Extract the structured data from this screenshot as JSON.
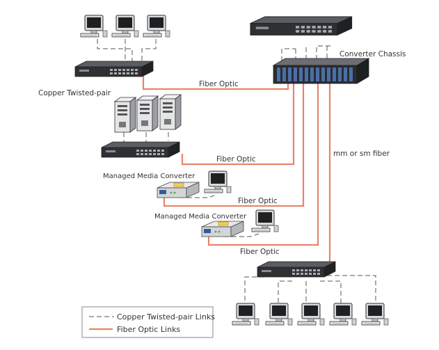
{
  "labels": {
    "converter_chassis": "Converter Chassis",
    "copper_twisted_pair": "Copper Twisted-pair",
    "fiber_optic_1": "Fiber Optic",
    "fiber_optic_2": "Fiber Optic",
    "fiber_optic_3": "Fiber Optic",
    "fiber_optic_4": "Fiber Optic",
    "mm_or_sm_fiber": "mm or sm fiber",
    "managed_media_converter_1": "Managed Media Converter",
    "managed_media_converter_2": "Managed Media Converter"
  },
  "legend": {
    "copper_label": "Copper Twisted-pair Links",
    "fiber_label": "Fiber Optic Links"
  },
  "colors": {
    "fiber": "#e8846a",
    "copper": "#555555",
    "device_dark": "#2e3033",
    "device_light": "#d9dadc"
  }
}
